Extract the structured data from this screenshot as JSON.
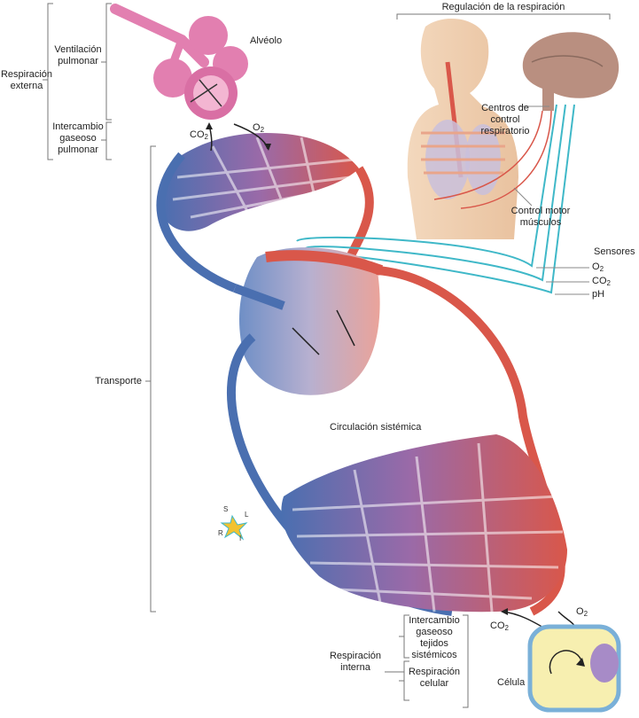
{
  "labels": {
    "respiracion_externa": "Respiración\nexterna",
    "ventilacion_pulmonar": "Ventilación\npulmonar",
    "intercambio_pulmonar": "Intercambio\ngaseoso\npulmonar",
    "alveolo": "Alvéolo",
    "co2": "CO",
    "o2": "O",
    "co2_sub": "2",
    "o2_sub": "2",
    "regulacion": "Regulación de la respiración",
    "centros_control": "Centros de\ncontrol\nrespiratorio",
    "control_motor": "Control motor\nmúsculos",
    "sensores": "Sensores",
    "sensor_o2": "O",
    "sensor_co2": "CO",
    "sensor_ph": "pH",
    "transporte": "Transporte",
    "circulacion_sistemica": "Circulación sistémica",
    "intercambio_tejidos": "Intercambio\ngaseoso\ntejidos\nsistémicos",
    "respiracion_celular": "Respiración\ncelular",
    "respiracion_interna": "Respiración\ninterna",
    "celula": "Célula",
    "co2_cell": "CO",
    "o2_cell": "O"
  },
  "compass": {
    "s": "S",
    "l": "L",
    "r": "R",
    "i": "I"
  },
  "colors": {
    "venous": "#4a6fb0",
    "arterial": "#d9574a",
    "mixed": "#9a6aa8",
    "sensor": "#3fb8c8",
    "alveolus": "#e27fb0",
    "cell_fill": "#f7efb0",
    "cell_border": "#7ab0d8",
    "nucleus": "#a78bc7"
  }
}
